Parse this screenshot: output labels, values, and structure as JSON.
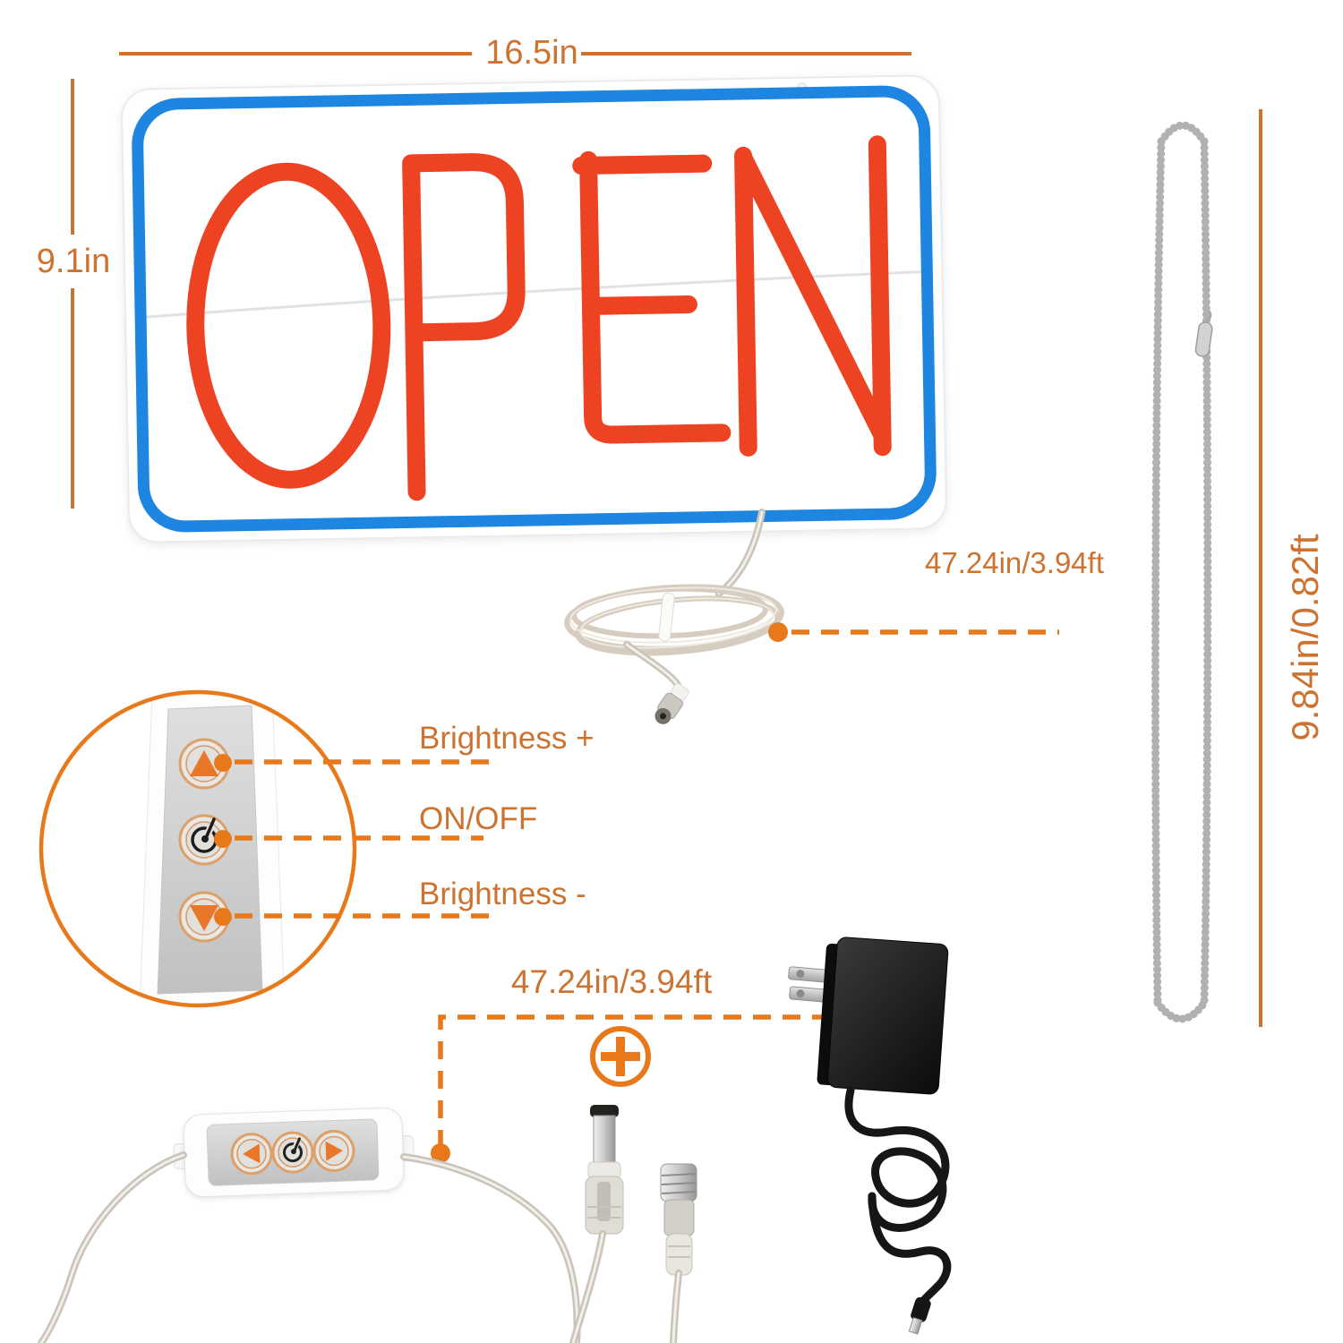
{
  "colors": {
    "accent": "#cd7331",
    "accent_bright": "#e8791b",
    "tube_blue": "#1e86e0",
    "tube_red": "#ee4323",
    "button_orange": "#e8772a",
    "adapter_black": "#141414",
    "chain_silver": "#b1b1b1",
    "cable_beige": "#cfc8bd"
  },
  "sign": {
    "text": "OPEN",
    "width_label": "16.5in",
    "height_label": "9.1in"
  },
  "sign_cable": {
    "length_label": "47.24in/3.94ft"
  },
  "hanging_chain": {
    "length_label": "9.84in/0.82ft"
  },
  "controller_callout": {
    "brightness_up_label": "Brightness +",
    "power_label": "ON/OFF",
    "brightness_down_label": "Brightness -"
  },
  "adapter_cable": {
    "length_label": "47.24in/3.94ft"
  },
  "icons": {
    "brightness_up": "triangle-up-icon",
    "power": "power-icon",
    "brightness_down": "triangle-down-icon",
    "combine": "plus-icon"
  }
}
